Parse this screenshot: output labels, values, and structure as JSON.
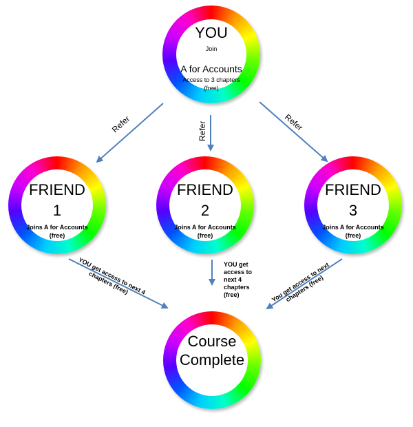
{
  "nodes": {
    "you": {
      "title": "YOU",
      "line1": "Join",
      "line2": "A for Accounts",
      "line3": "Access to 3 chapters",
      "line4": "(free)"
    },
    "friend1": {
      "title": "FRIEND",
      "number": "1",
      "desc": "Joins A for Accounts",
      "price": "(free)"
    },
    "friend2": {
      "title": "FRIEND",
      "number": "2",
      "desc": "Joins A for Accounts",
      "price": "(free)"
    },
    "friend3": {
      "title": "FRIEND",
      "number": "3",
      "desc": "Joins A for Accounts",
      "price": "(free)"
    },
    "course": {
      "line1": "Course",
      "line2": "Complete"
    }
  },
  "edges": {
    "refer_label": "Refer",
    "note_left": [
      "YOU get access to next 4",
      "chapters (free)"
    ],
    "note_middle": [
      "YOU get",
      "access to",
      "next 4",
      "chapters",
      "(free)"
    ],
    "note_right": [
      "You get access to next",
      "chapters (free)"
    ]
  },
  "colors": {
    "arrow": "#4f81bd",
    "ring": "rainbow"
  }
}
